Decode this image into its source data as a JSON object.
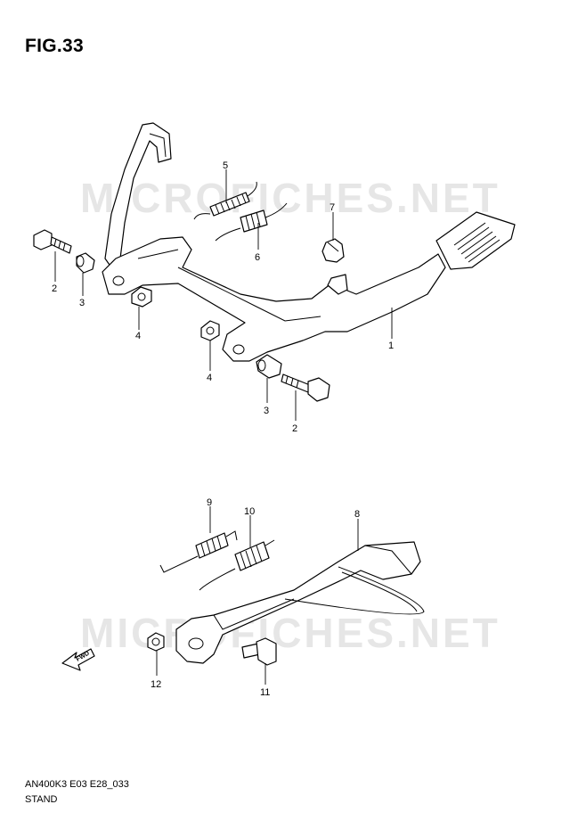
{
  "figure": {
    "title": "FIG.33",
    "code": "AN400K3 E03 E28_033",
    "name": "STAND"
  },
  "watermark": "MICROFICHES.NET",
  "fwd_label": "FWD",
  "callouts": {
    "c1": "1",
    "c2a": "2",
    "c3a": "3",
    "c4a": "4",
    "c5": "5",
    "c6": "6",
    "c7": "7",
    "c4b": "4",
    "c3b": "3",
    "c2b": "2",
    "c8": "8",
    "c9": "9",
    "c10": "10",
    "c11": "11",
    "c12": "12"
  }
}
